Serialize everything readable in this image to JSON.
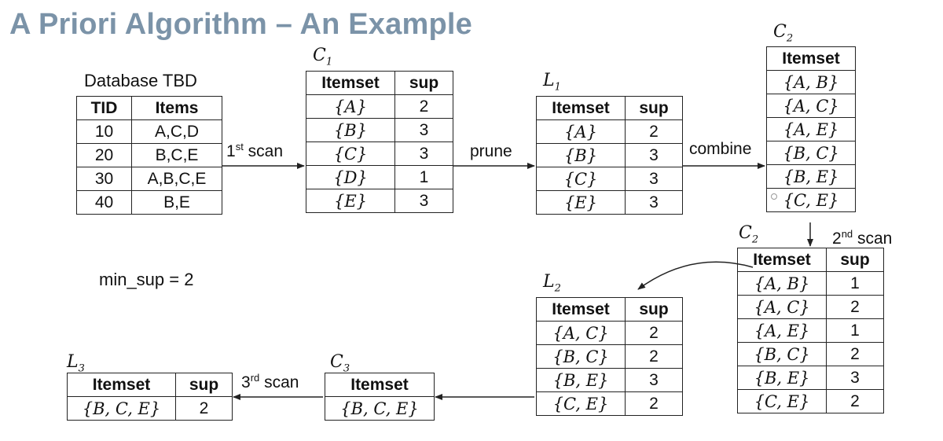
{
  "title": "A Priori Algorithm – An Example",
  "database": {
    "caption": "Database TBD",
    "headers": [
      "TID",
      "Items"
    ],
    "rows": [
      [
        "10",
        "A,C,D"
      ],
      [
        "20",
        "B,C,E"
      ],
      [
        "30",
        "A,B,C,E"
      ],
      [
        "40",
        "B,E"
      ]
    ]
  },
  "min_sup": "min_sup = 2",
  "c1": {
    "letter": "C",
    "sub": "1",
    "headers": [
      "Itemset",
      "sup"
    ],
    "rows": [
      [
        "{A}",
        "2"
      ],
      [
        "{B}",
        "3"
      ],
      [
        "{C}",
        "3"
      ],
      [
        "{D}",
        "1"
      ],
      [
        "{E}",
        "3"
      ]
    ]
  },
  "l1": {
    "letter": "L",
    "sub": "1",
    "headers": [
      "Itemset",
      "sup"
    ],
    "rows": [
      [
        "{A}",
        "2"
      ],
      [
        "{B}",
        "3"
      ],
      [
        "{C}",
        "3"
      ],
      [
        "{E}",
        "3"
      ]
    ]
  },
  "c2": {
    "letter": "C",
    "sub": "2",
    "headers": [
      "Itemset"
    ],
    "rows": [
      [
        "{A, B}"
      ],
      [
        "{A, C}"
      ],
      [
        "{A, E}"
      ],
      [
        "{B, C}"
      ],
      [
        "{B, E}"
      ],
      [
        "{C, E}"
      ]
    ]
  },
  "c2s": {
    "letter": "C",
    "sub": "2",
    "headers": [
      "Itemset",
      "sup"
    ],
    "rows": [
      [
        "{A, B}",
        "1"
      ],
      [
        "{A, C}",
        "2"
      ],
      [
        "{A, E}",
        "1"
      ],
      [
        "{B, C}",
        "2"
      ],
      [
        "{B, E}",
        "3"
      ],
      [
        "{C, E}",
        "2"
      ]
    ]
  },
  "l2": {
    "letter": "L",
    "sub": "2",
    "headers": [
      "Itemset",
      "sup"
    ],
    "rows": [
      [
        "{A, C}",
        "2"
      ],
      [
        "{B, C}",
        "2"
      ],
      [
        "{B, E}",
        "3"
      ],
      [
        "{C, E}",
        "2"
      ]
    ]
  },
  "c3": {
    "letter": "C",
    "sub": "3",
    "headers": [
      "Itemset"
    ],
    "rows": [
      [
        "{B, C, E}"
      ]
    ]
  },
  "l3": {
    "letter": "L",
    "sub": "3",
    "headers": [
      "Itemset",
      "sup"
    ],
    "rows": [
      [
        "{B, C, E}",
        "2"
      ]
    ]
  },
  "steps": {
    "scan1": {
      "num": "1",
      "ord": "st",
      "word": "scan"
    },
    "prune": "prune",
    "combine": "combine",
    "scan2": {
      "num": "2",
      "ord": "nd",
      "word": "scan"
    },
    "scan3": {
      "num": "3",
      "ord": "rd",
      "word": "scan"
    }
  },
  "colors": {
    "title": "#7b93a8",
    "lines": "#222222"
  }
}
